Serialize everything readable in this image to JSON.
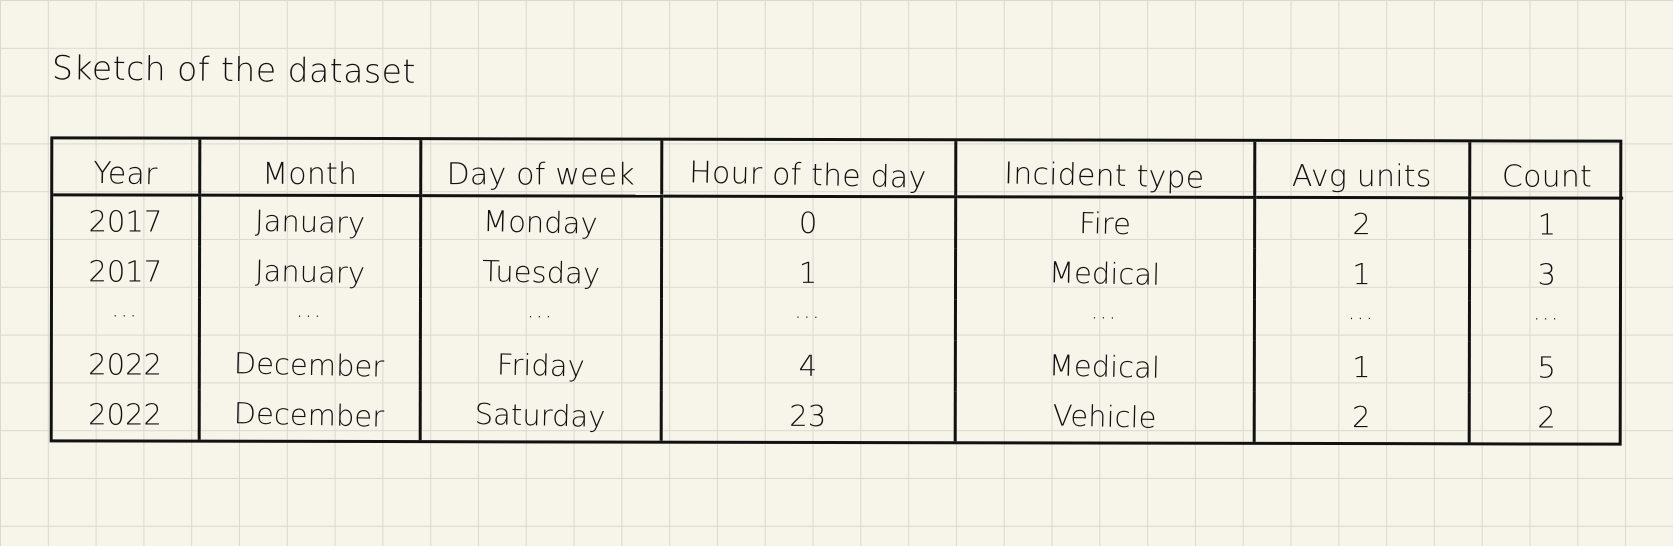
{
  "title": "Sketch of the dataset",
  "table": {
    "headers": [
      "Year",
      "Month",
      "Day of week",
      "Hour of the day",
      "Incident type",
      "Avg units",
      "Count"
    ],
    "rows": [
      [
        "2017",
        "January",
        "Monday",
        "0",
        "Fire",
        "2",
        "1"
      ],
      [
        "2017",
        "January",
        "Tuesday",
        "1",
        "Medical",
        "1",
        "3"
      ],
      [
        "...",
        "...",
        "...",
        "...",
        "...",
        "...",
        "..."
      ],
      [
        "2022",
        "December",
        "Friday",
        "4",
        "Medical",
        "1",
        "5"
      ],
      [
        "2022",
        "December",
        "Saturday",
        "23",
        "Vehicle",
        "2",
        "2"
      ]
    ]
  }
}
